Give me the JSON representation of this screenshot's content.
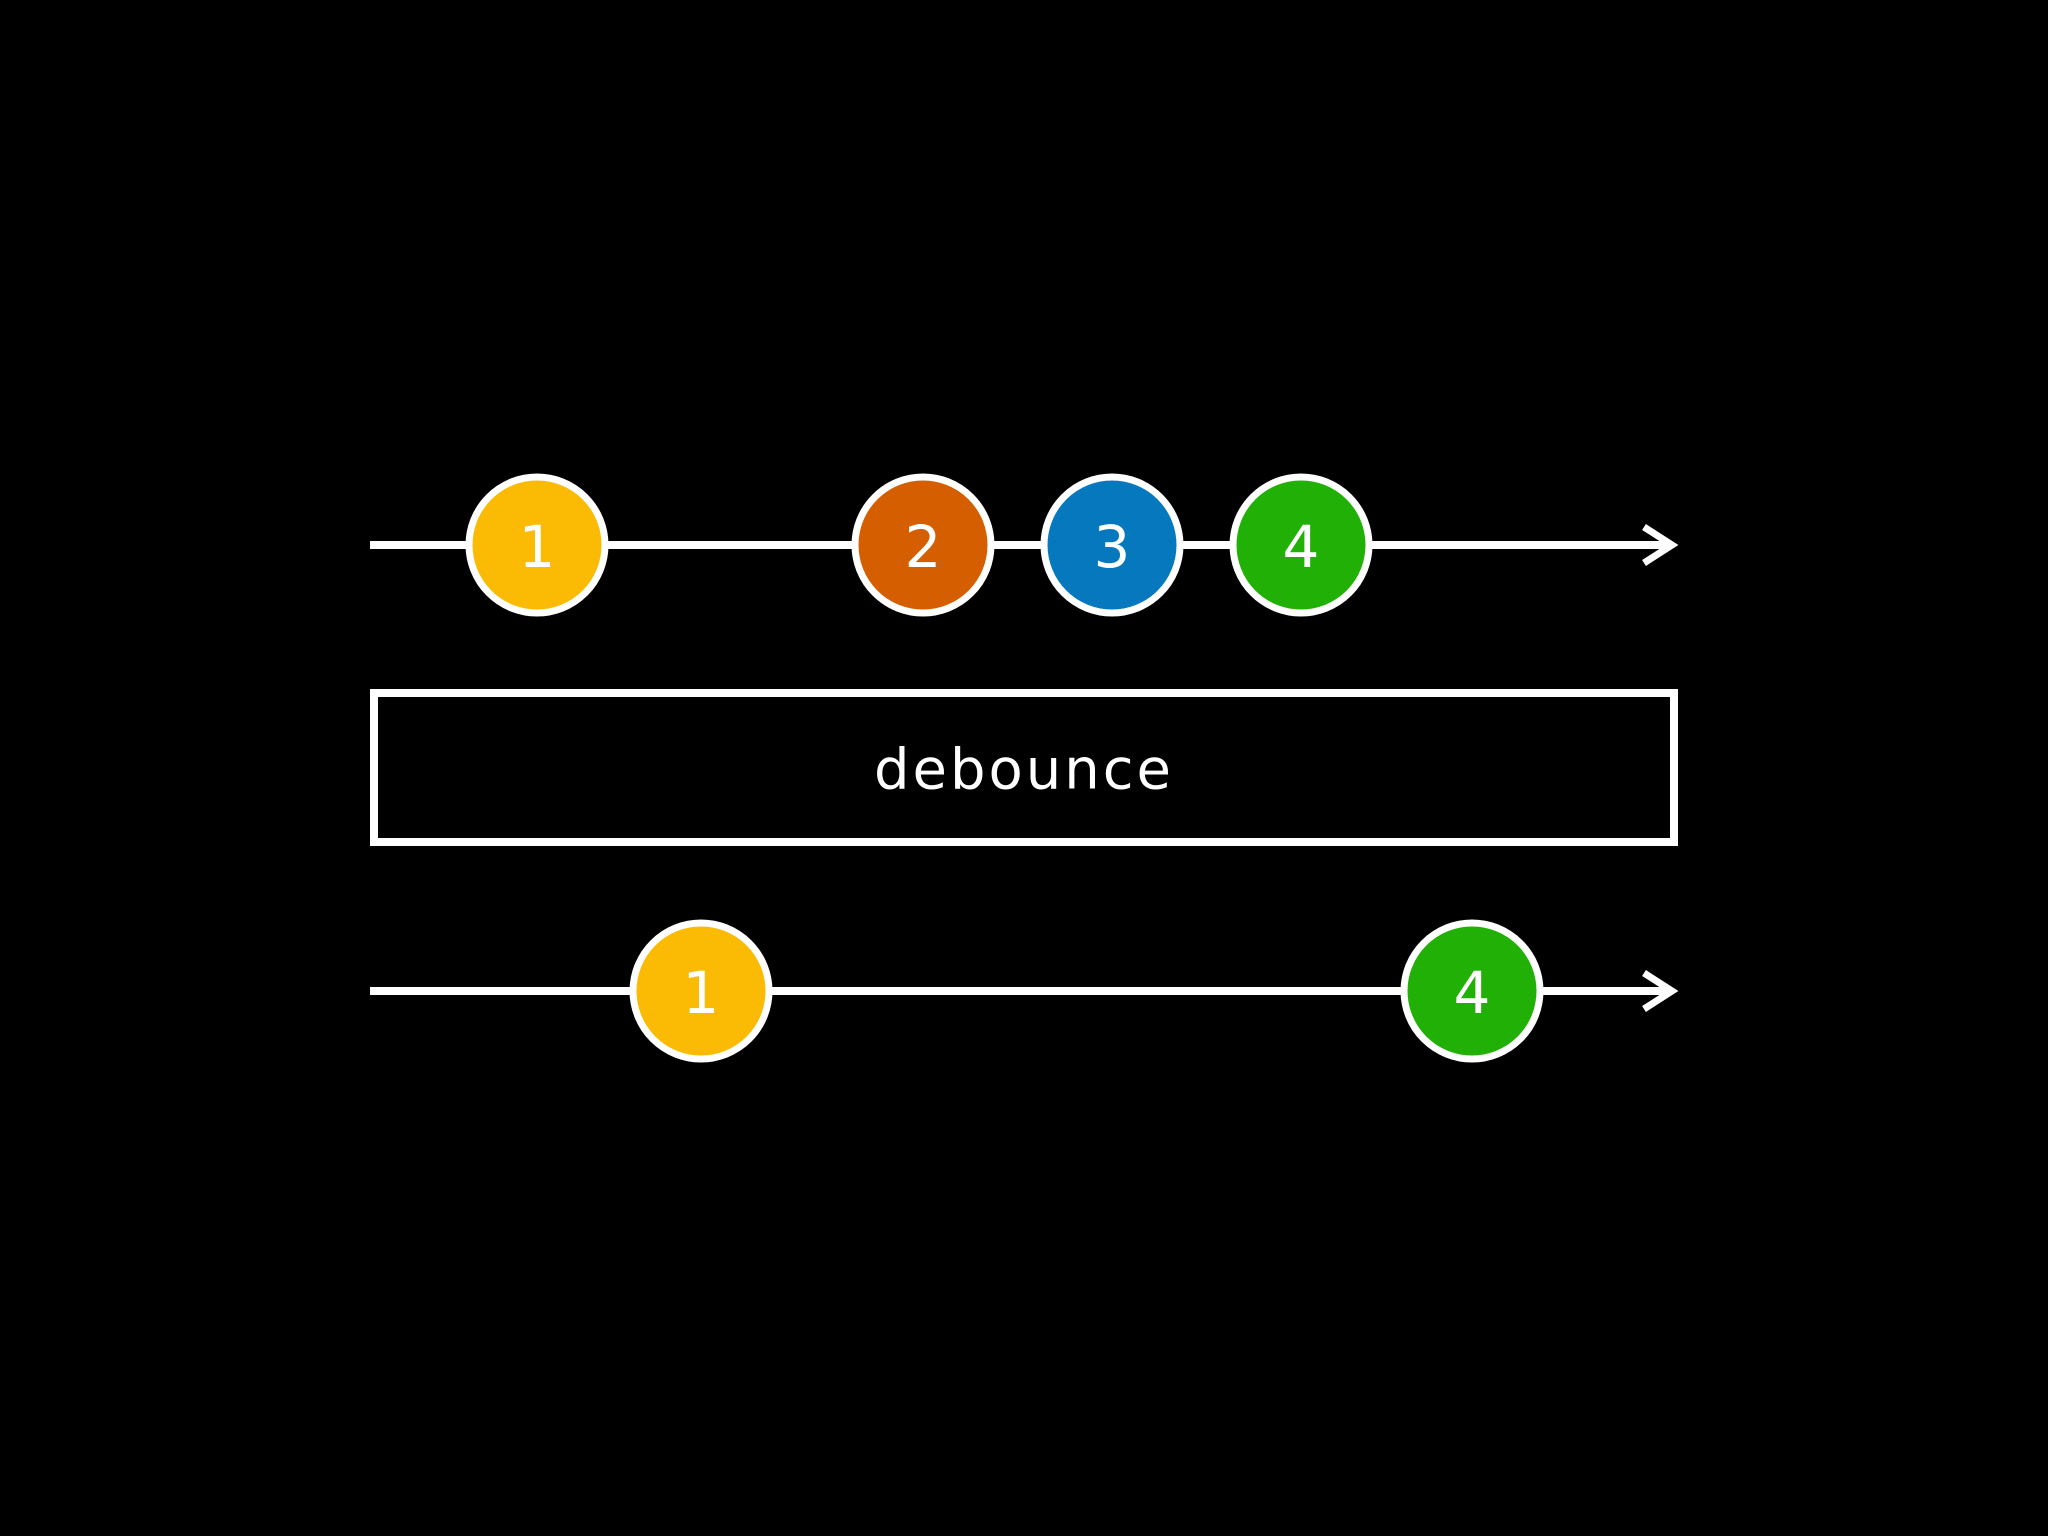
{
  "colors": {
    "background": "#000000",
    "stroke": "#ffffff",
    "yellow": "#fbbb04",
    "orange": "#d55e00",
    "blue": "#0678bd",
    "green": "#21b005"
  },
  "operator": {
    "label": "debounce"
  },
  "input_stream": {
    "marbles": [
      {
        "label": "1",
        "color": "yellow"
      },
      {
        "label": "2",
        "color": "orange"
      },
      {
        "label": "3",
        "color": "blue"
      },
      {
        "label": "4",
        "color": "green"
      }
    ]
  },
  "output_stream": {
    "marbles": [
      {
        "label": "1",
        "color": "yellow"
      },
      {
        "label": "4",
        "color": "green"
      }
    ]
  }
}
